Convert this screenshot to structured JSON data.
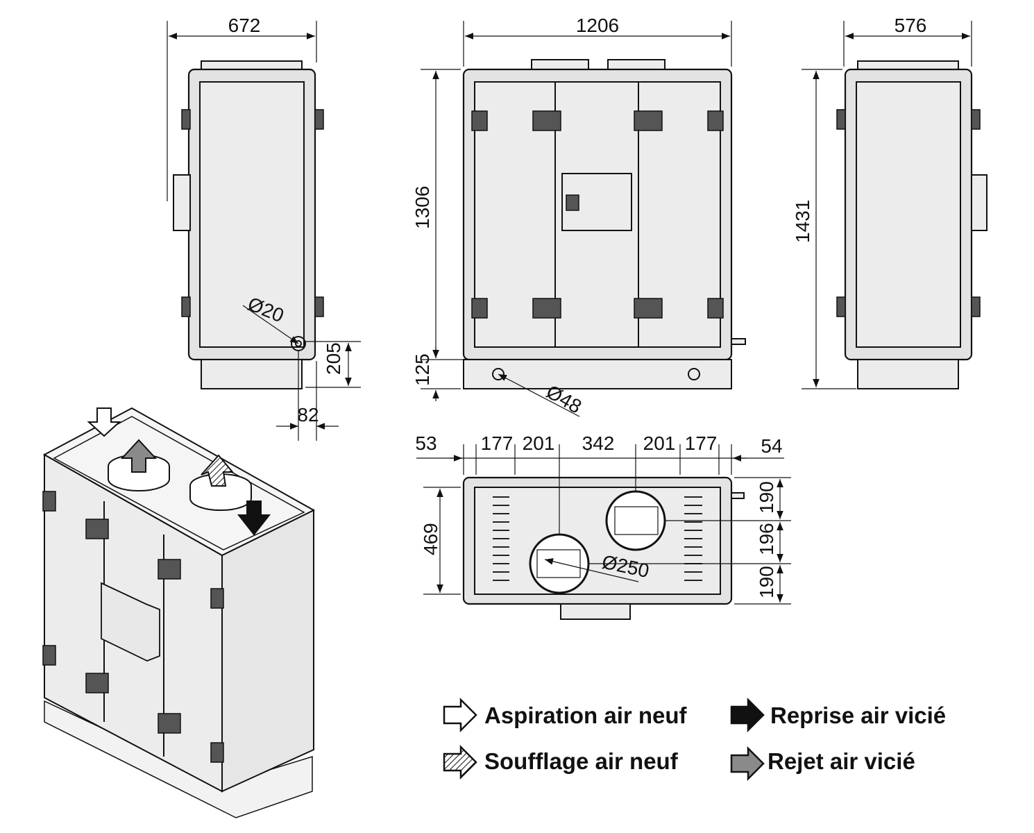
{
  "dimensions": {
    "side_left_width": "672",
    "front_width": "1206",
    "side_right_width": "576",
    "front_height": "1306",
    "side_right_height": "1431",
    "drain_diameter": "Ø20",
    "drain_height": "205",
    "drain_offset": "82",
    "base_height": "125",
    "base_hole_diameter": "Ø48",
    "top_margin_left": "53",
    "top_seg_1": "177",
    "top_seg_2": "201",
    "top_seg_3": "342",
    "top_seg_4": "201",
    "top_seg_5": "177",
    "top_margin_right": "54",
    "top_depth": "469",
    "spigot_offset_top": "190",
    "spigot_spacing": "196",
    "spigot_offset_bottom": "190",
    "spigot_diameter": "Ø250"
  },
  "legend": {
    "fresh_intake": "Aspiration air neuf",
    "stale_return": "Reprise air vicié",
    "fresh_supply": "Soufflage air neuf",
    "stale_exhaust": "Rejet air vicié"
  },
  "colors": {
    "line": "#111111",
    "panel": "#ececec",
    "exhaust_arrow": "#8a8a8a",
    "return_arrow": "#111111",
    "intake_arrow": "#ffffff"
  },
  "icons": {
    "intake": "arrow-outline-icon",
    "supply": "arrow-hatched-icon",
    "return": "arrow-black-icon",
    "exhaust": "arrow-grey-icon"
  }
}
